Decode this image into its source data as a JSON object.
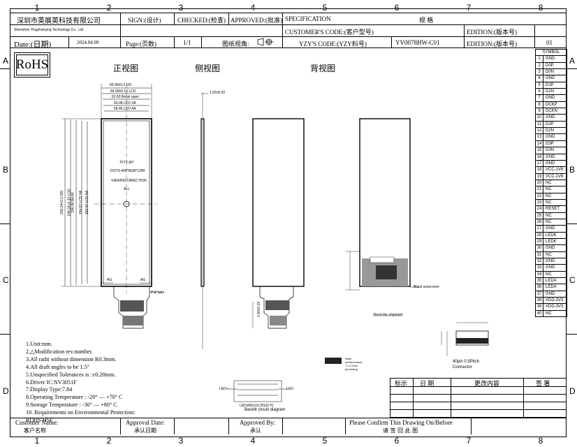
{
  "zones": {
    "columns": [
      "1",
      "2",
      "3",
      "4",
      "5",
      "6",
      "7",
      "8"
    ],
    "rows": [
      "A",
      "B",
      "C",
      "D"
    ]
  },
  "title_block": {
    "company_cn": "深圳市英展英科技有限公司",
    "company_en": "Shenzhen Yingzhanying Technology Co., Ltd",
    "sign_label": "SIGN:(设计)",
    "checked_label": "CHECKED:(检查)",
    "approved_label": "APPROVED:(批准)",
    "spec_label": "SPECIFICATION",
    "spec_cn": "规  格",
    "customer_code_label": "CUSTOMER'S CODE:(客户型号)",
    "edition_label_1": "EDITION:(版本号)",
    "date_label": "Date:(日期)",
    "date_value": "2024.04.09",
    "page_label": "Page:(页数)",
    "page_value": "1/1",
    "view_label": "图纸视角:",
    "yzy_code_label": "YZY'S CODE:(YZY料号)",
    "yzy_code_value": "YV0078HW-C01",
    "edition_label_2": "EDITION:(版本号)",
    "edition_value": "01"
  },
  "rohs": "RoHS",
  "views": {
    "front": "正视图",
    "side": "侧视图",
    "back": "背视图"
  },
  "front_annotations": {
    "tft": "TFT7.84\"",
    "dots": "DOTS:400*RGB*1280",
    "viewing": "VIEWING DIRECTION",
    "viewing_value": "ALL",
    "dim1": "65.90±0.2 OD",
    "dim2": "64.90±0.15 LCD",
    "dim3": "62.60 Bezel open",
    "dim4": "60.08 LCD VA",
    "dim5": "58.46 LCD AA",
    "dimv1": "200.24±0.2 OD",
    "dimv2": "199.24±0.15 LCD",
    "dimv3": "196.94 Bezel",
    "dimv4": "194.62 LCD VA",
    "dimv5": "193.00 LCD AA",
    "pull_type": "Pull type",
    "ag1": "AG",
    "ag2": "AG"
  },
  "side_annotations": {
    "thickness": "1.65±0.20"
  },
  "back_annotations": {
    "black_sunscreen": "Black sunscreen",
    "bend_shipment": "Bend the shipment",
    "dim_fpc": "1.90±0.10",
    "connector": "40pin 0.5Pitch",
    "connector2": "Connector",
    "steel": "Steel",
    "steel2": "reinforcement",
    "steel3": "T= 0.2mm",
    "steel4": "grounding"
  },
  "backlight": {
    "label": "Backlit circuit diagram",
    "sub": "LEDx8(6x10,20)/(2 P)",
    "lp": "LED+",
    "ln": "LED-"
  },
  "notes": [
    "1.Unit:mm.",
    "2.△Modification rev.number.",
    "3.All radii without dimension R0.3mm.",
    "4.All draft angles to be 1.5°",
    "5.Unspecified Tolerances is :±0.20mm.",
    "6.Driver IC:NV3051F",
    "7.Display Type:7.84",
    "8.Operating Temperature : -20° — +70° C",
    "9.Storage Temperature : -30° — +80° C",
    "10. Requirements on Environmental Protection:",
    "ROHS HSF"
  ],
  "pins": {
    "header": "SYMBOL",
    "rows": [
      [
        "1",
        "GND"
      ],
      [
        "2",
        "D0P"
      ],
      [
        "3",
        "D0N"
      ],
      [
        "4",
        "GND"
      ],
      [
        "5",
        "D1P"
      ],
      [
        "6",
        "D1N"
      ],
      [
        "7",
        "GND"
      ],
      [
        "8",
        "DCKP"
      ],
      [
        "9",
        "DCKN"
      ],
      [
        "10",
        "GND"
      ],
      [
        "11",
        "D2P"
      ],
      [
        "12",
        "D2N"
      ],
      [
        "13",
        "GND"
      ],
      [
        "14",
        "D3P"
      ],
      [
        "15",
        "D3N"
      ],
      [
        "16",
        "GND"
      ],
      [
        "17",
        "GND"
      ],
      [
        "18",
        "VCC-1V8"
      ],
      [
        "19",
        "VCC-1V8"
      ],
      [
        "20",
        "NC"
      ],
      [
        "21",
        "NC"
      ],
      [
        "22",
        "NC"
      ],
      [
        "23",
        "NC"
      ],
      [
        "24",
        "RESET"
      ],
      [
        "25",
        "NC"
      ],
      [
        "26",
        "NC"
      ],
      [
        "27",
        "GND"
      ],
      [
        "28",
        "LEDK"
      ],
      [
        "29",
        "LEDK"
      ],
      [
        "30",
        "GND"
      ],
      [
        "31",
        "NC"
      ],
      [
        "32",
        "GND"
      ],
      [
        "33",
        "GND"
      ],
      [
        "34",
        "NC"
      ],
      [
        "35",
        "LEDA"
      ],
      [
        "36",
        "LEDA"
      ],
      [
        "37",
        "GND"
      ],
      [
        "38",
        "VDD-3V3"
      ],
      [
        "39",
        "VDD-3V3"
      ],
      [
        "40",
        "NC"
      ]
    ]
  },
  "revision_table": {
    "col_mark": "标示",
    "col_date": "日 期",
    "col_content": "更改内容",
    "col_sign": "签 署"
  },
  "bottom_bar": {
    "customer_name_en": "Customer Name:",
    "customer_name_cn": "客户名称",
    "approval_date_en": "Approval Date:",
    "approval_date_cn": "承认日期",
    "approved_by_en": "Approved By:",
    "approved_by_cn": "承认",
    "confirm_en": "Please Confirm This Drawing On/Before",
    "confirm_cn": "请 签 回 此 图"
  }
}
